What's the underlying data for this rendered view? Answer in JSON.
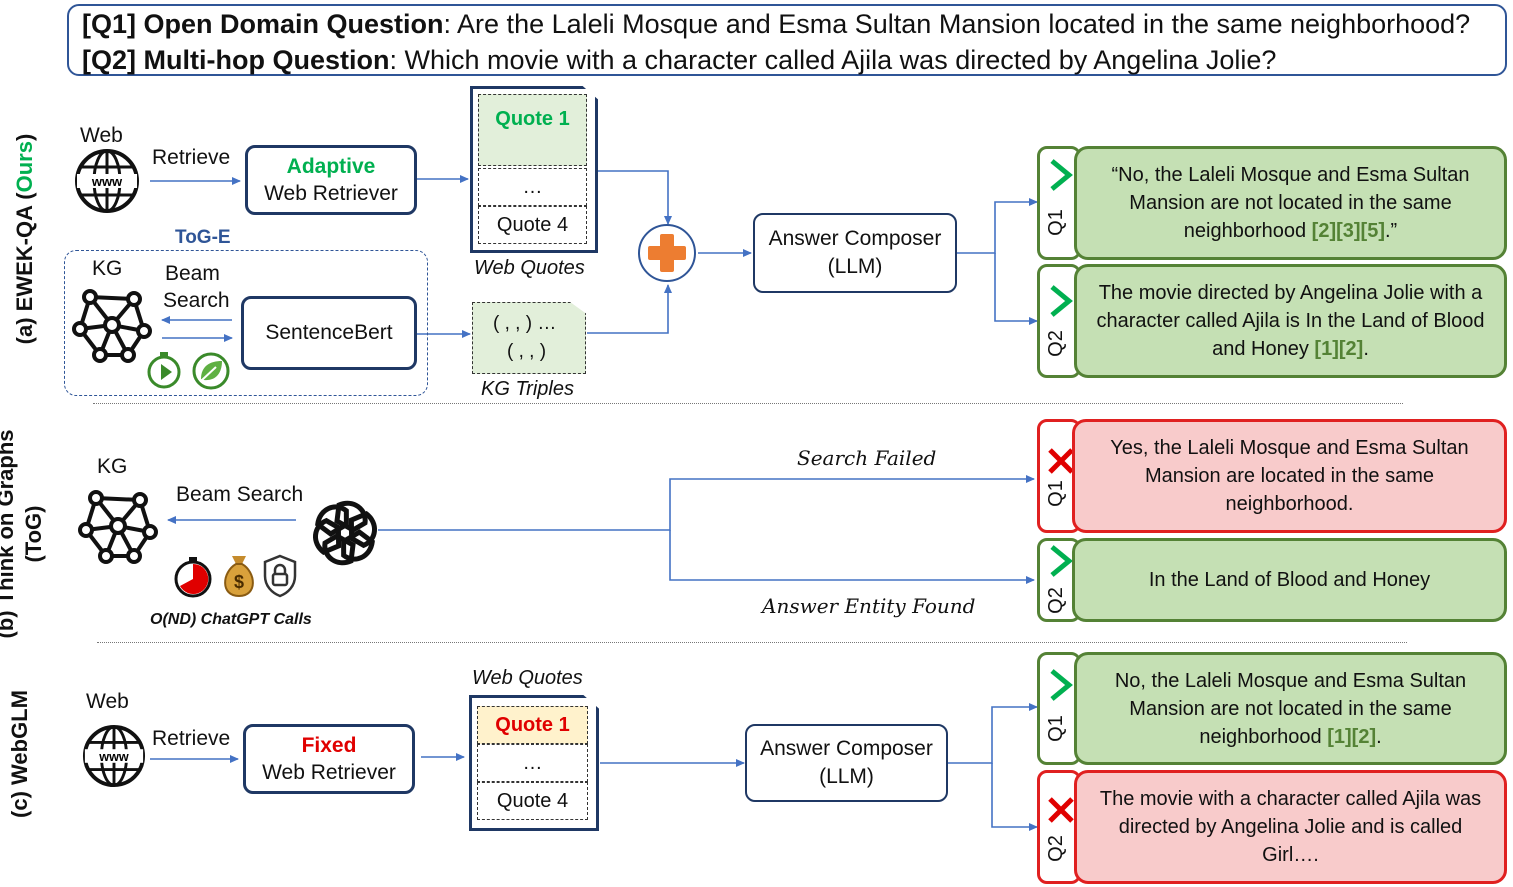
{
  "header": {
    "q1_label": "[Q1] Open Domain Question",
    "q1_text": ":  Are the Laleli Mosque and Esma Sultan Mansion located in the same neighborhood?",
    "q2_label": "[Q2] Multi-hop Question",
    "q2_text": ": Which movie with a character called Ajila was directed by Angelina Jolie?"
  },
  "panel_a": {
    "side_label_prefix": "(a) EWEK-QA (",
    "side_label_ours": "Ours",
    "side_label_suffix": ")",
    "web_label": "Web",
    "retrieve_label": "Retrieve",
    "retriever_highlight": "Adaptive",
    "retriever_text": "Web Retriever",
    "quote1": "Quote 1",
    "quote_mid": "…",
    "quote4": "Quote 4",
    "web_quotes_caption": "Web Quotes",
    "tog_e_label": "ToG-E",
    "kg_label": "KG",
    "beam_label_1": "Beam",
    "beam_label_2": "Search",
    "sbert_label": "SentenceBert",
    "triple_1": "( , , )  …",
    "triple_2": "( , , )",
    "kg_triples_caption": "KG Triples",
    "composer_line1": "Answer Composer",
    "composer_line2": "(LLM)",
    "q1_tag": "Q1",
    "q2_tag": "Q2",
    "ans1_pre": "“No, the Laleli Mosque and Esma Sultan Mansion are not located in the same neighborhood ",
    "ans1_cite": "[2][3][5]",
    "ans1_post": ".”",
    "ans2_pre": "The movie directed by Angelina Jolie with a character called Ajila is In the Land of Blood and Honey ",
    "ans2_cite": "[1][2]",
    "ans2_post": "."
  },
  "panel_b": {
    "side_label_1": "(b) Think on Graphs",
    "side_label_2": "(ToG)",
    "kg_label": "KG",
    "beam_label": "Beam Search",
    "calls_label": "O(ND) ChatGPT Calls",
    "search_failed": "Search Failed",
    "answer_found": "Answer Entity Found",
    "q1_tag": "Q1",
    "q2_tag": "Q2",
    "ans1": "Yes, the Laleli Mosque and Esma Sultan Mansion are located in the same neighborhood.",
    "ans2": "In the Land of Blood and Honey"
  },
  "panel_c": {
    "side_label": "(c) WebGLM",
    "web_label": "Web",
    "retrieve_label": "Retrieve",
    "retriever_highlight": "Fixed",
    "retriever_text": "Web Retriever",
    "web_quotes_caption": "Web Quotes",
    "quote1": "Quote 1",
    "quote_mid": "…",
    "quote4": "Quote 4",
    "composer_line1": "Answer Composer",
    "composer_line2": "(LLM)",
    "q1_tag": "Q1",
    "q2_tag": "Q2",
    "ans1_pre": "No, the Laleli Mosque and Esma Sultan Mansion are not located in the same neighborhood ",
    "ans1_cite": "[1][2]",
    "ans1_post": ".",
    "ans2": "The movie with a character called Ajila was directed by Angelina Jolie and is called Girl…."
  },
  "icons": {
    "web": "globe-www-icon",
    "kg": "knowledge-graph-icon",
    "plus": "plus-merge-icon",
    "check": "check-icon",
    "cross": "cross-icon",
    "chatgpt": "openai-logo-icon",
    "timer": "timer-icon",
    "leaf": "leaf-icon",
    "money": "money-bag-icon",
    "lock": "lock-shield-icon"
  },
  "colors": {
    "accent_blue": "#2f5597",
    "box_border": "#1f3864",
    "green_text": "#00b050",
    "red_text": "#e00000",
    "correct_fill": "#c5e0b4",
    "wrong_fill": "#f8cbcb",
    "plus_orange": "#ed7d31"
  }
}
